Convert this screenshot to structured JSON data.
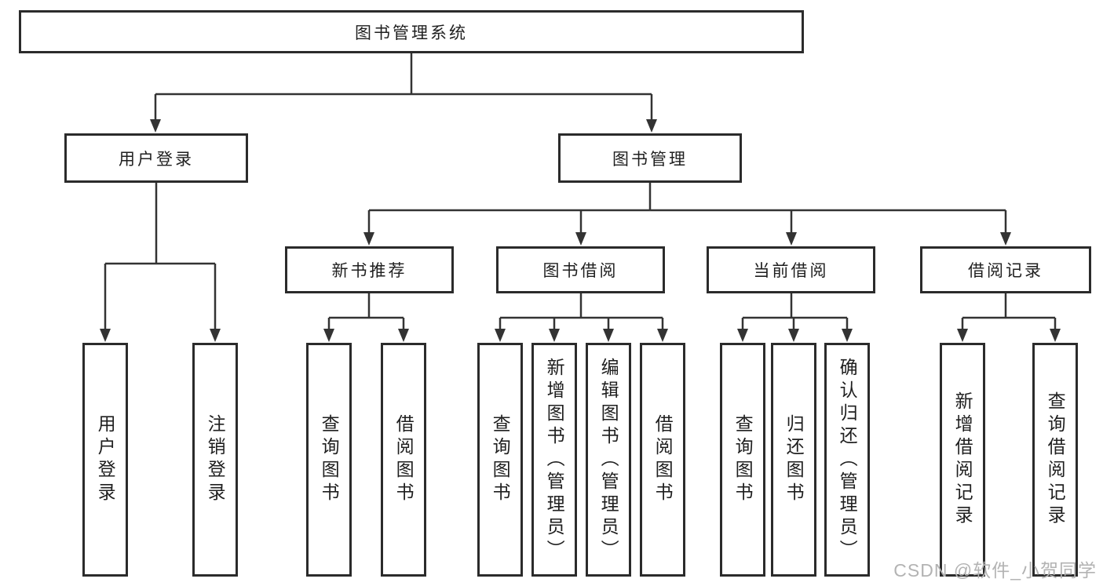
{
  "nodes": {
    "root": "图书管理系统",
    "userLogin": "用户登录",
    "bookMgmt": "图书管理",
    "newBooks": "新书推荐",
    "bookBorrow": "图书借阅",
    "currentBorrow": "当前借阅",
    "borrowRecords": "借阅记录",
    "userLoginLeaf": "用户登录",
    "logoutLeaf": "注销登录",
    "nbQuery": "查询图书",
    "nbBorrow": "借阅图书",
    "bbQuery": "查询图书",
    "bbAdd": "新增图书（管理员）",
    "bbEdit": "编辑图书（管理员）",
    "bbBorrow": "借阅图书",
    "cbQuery": "查询图书",
    "cbReturn": "归还图书",
    "cbConfirm": "确认归还（管理员）",
    "brAdd": "新增借阅记录",
    "brQuery": "查询借阅记录"
  },
  "hierarchy": {
    "title": "图书管理系统",
    "children": [
      {
        "title": "用户登录",
        "children": [
          "用户登录",
          "注销登录"
        ]
      },
      {
        "title": "图书管理",
        "children": [
          {
            "title": "新书推荐",
            "children": [
              "查询图书",
              "借阅图书"
            ]
          },
          {
            "title": "图书借阅",
            "children": [
              "查询图书",
              "新增图书（管理员）",
              "编辑图书（管理员）",
              "借阅图书"
            ]
          },
          {
            "title": "当前借阅",
            "children": [
              "查询图书",
              "归还图书",
              "确认归还（管理员）"
            ]
          },
          {
            "title": "借阅记录",
            "children": [
              "新增借阅记录",
              "查询借阅记录"
            ]
          }
        ]
      }
    ]
  },
  "watermark": {
    "text": "CSDN @软件_小贺同学"
  },
  "colors": {
    "line": "#333333",
    "box_border": "#2b2b2b",
    "text": "#1f1f1f",
    "watermark": "#b3b3b3",
    "background": "#ffffff"
  }
}
